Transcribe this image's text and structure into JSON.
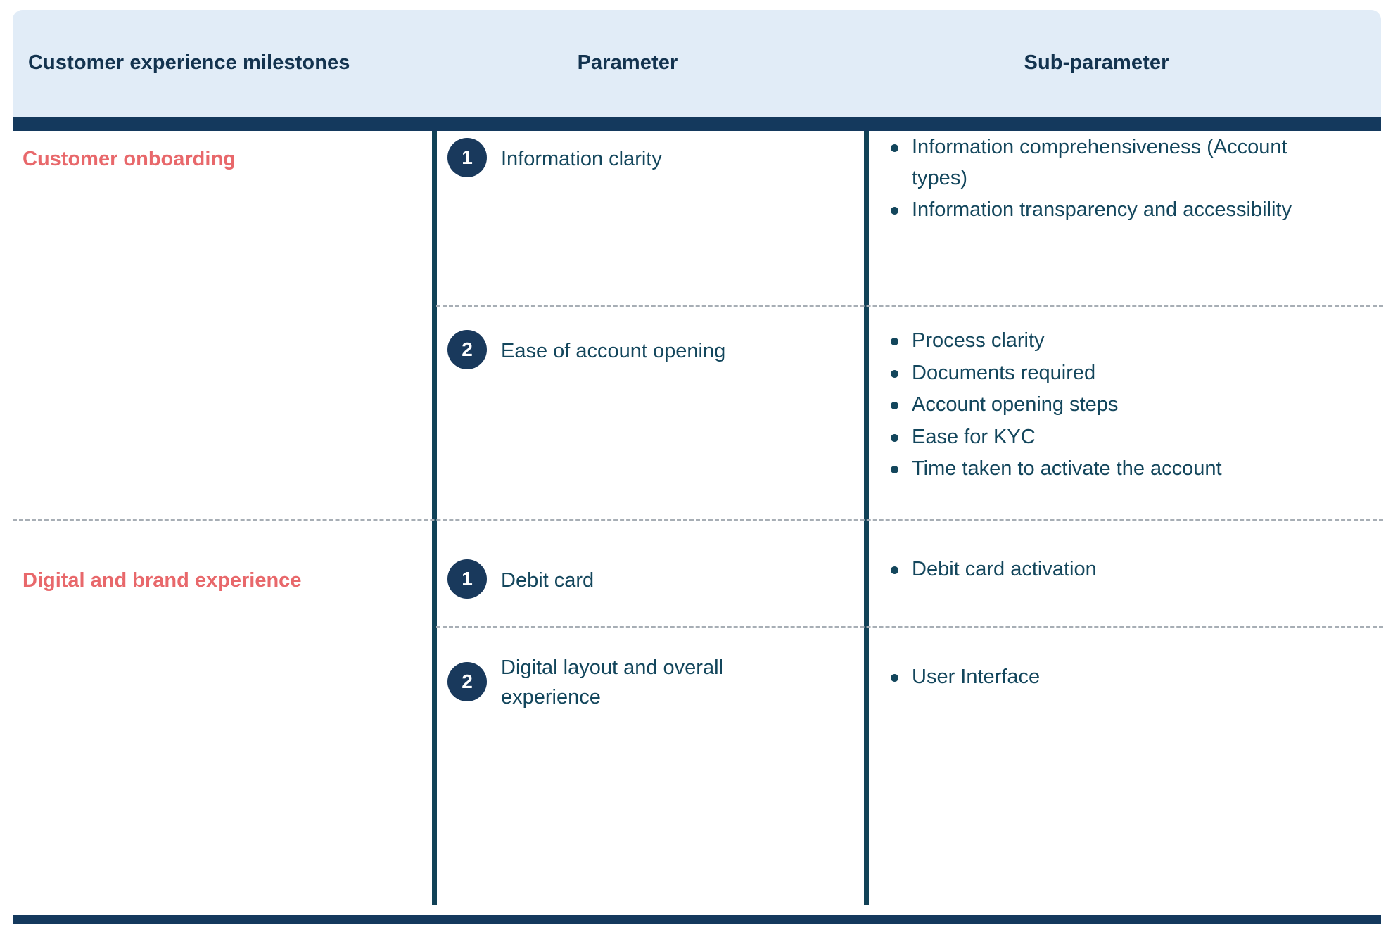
{
  "header": {
    "col1": "Customer experience milestones",
    "col2": "Parameter",
    "col3": "Sub-parameter"
  },
  "colors": {
    "header_bg": "#e1ecf7",
    "rule_navy": "#14395d",
    "separator": "#114257",
    "milestone_text": "#e8686b",
    "body_text": "#13465c",
    "badge_bg": "#19395c",
    "badge_text": "#ffffff",
    "dash": "#a7aeb5"
  },
  "sections": [
    {
      "milestone": "Customer onboarding",
      "rows": [
        {
          "number": "1",
          "parameter": "Information clarity",
          "subparameters": [
            "Information comprehensiveness  (Account types)",
            "Information transparency and accessibility"
          ]
        },
        {
          "number": "2",
          "parameter": "Ease of account opening",
          "subparameters": [
            "Process clarity",
            "Documents required",
            "Account opening steps",
            "Ease for KYC",
            "Time taken to activate the account"
          ]
        }
      ]
    },
    {
      "milestone": "Digital and brand experience",
      "rows": [
        {
          "number": "1",
          "parameter": "Debit card",
          "subparameters": [
            "Debit card activation"
          ]
        },
        {
          "number": "2",
          "parameter": "Digital layout and overall experience",
          "subparameters": [
            "User Interface"
          ]
        }
      ]
    }
  ]
}
